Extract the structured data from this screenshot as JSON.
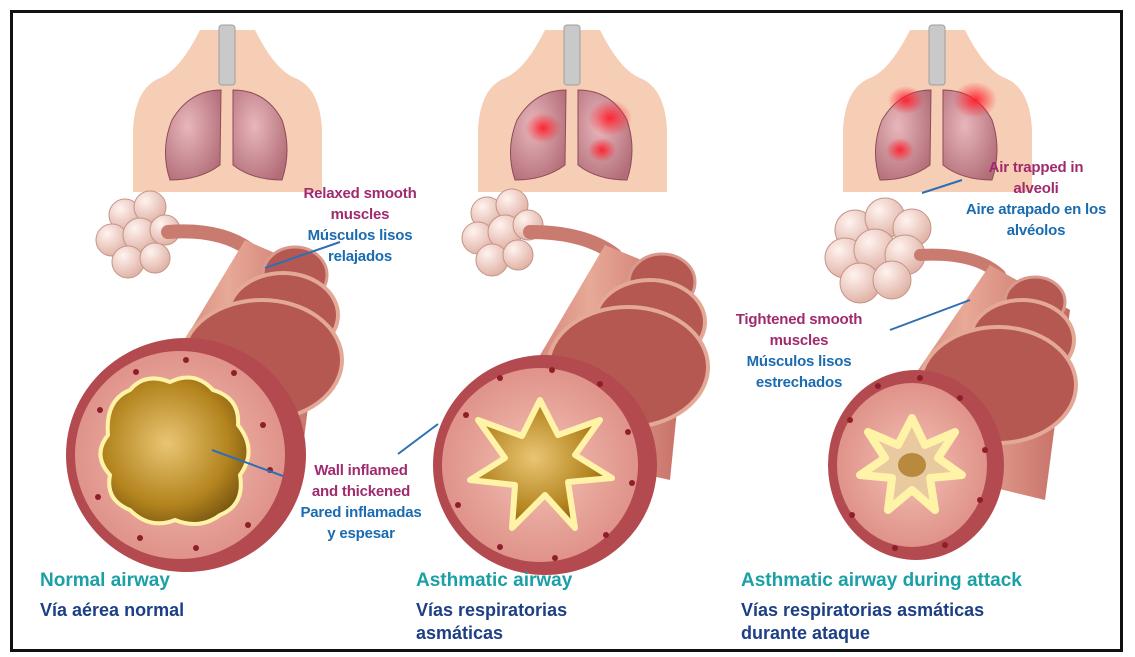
{
  "labels": {
    "relaxed_en": [
      "Relaxed smooth",
      "muscles"
    ],
    "relaxed_es": [
      "Músculos lisos",
      "relajados"
    ],
    "wall_en": [
      "Wall inflamed",
      "and thickened"
    ],
    "wall_es": [
      "Pared inflamadas",
      "y espesar"
    ],
    "air_en": [
      "Air trapped in",
      "alveoli"
    ],
    "air_es": [
      "Aire atrapado en los",
      "alvéolos"
    ],
    "tight_en": [
      "Tightened smooth",
      "muscles"
    ],
    "tight_es": [
      "Músculos lisos",
      "estrechados"
    ]
  },
  "captions": [
    {
      "en": "Normal airway",
      "es": [
        "Vía aérea normal"
      ]
    },
    {
      "en": "Asthmatic airway",
      "es": [
        "Vías respiratorias",
        "asmáticas"
      ]
    },
    {
      "en": "Asthmatic airway during attack",
      "es": [
        "Vías respiratorias asmáticas",
        "durante ataque"
      ]
    }
  ],
  "colors": {
    "skin": "#f5cdb6",
    "lung": "#c98a92",
    "airway_outer": "#b0474c",
    "airway_band": "#e0a08f",
    "inner_wall": "#e9a7a0",
    "lumen": "#b88a22",
    "inflamed": "#e8343d"
  }
}
